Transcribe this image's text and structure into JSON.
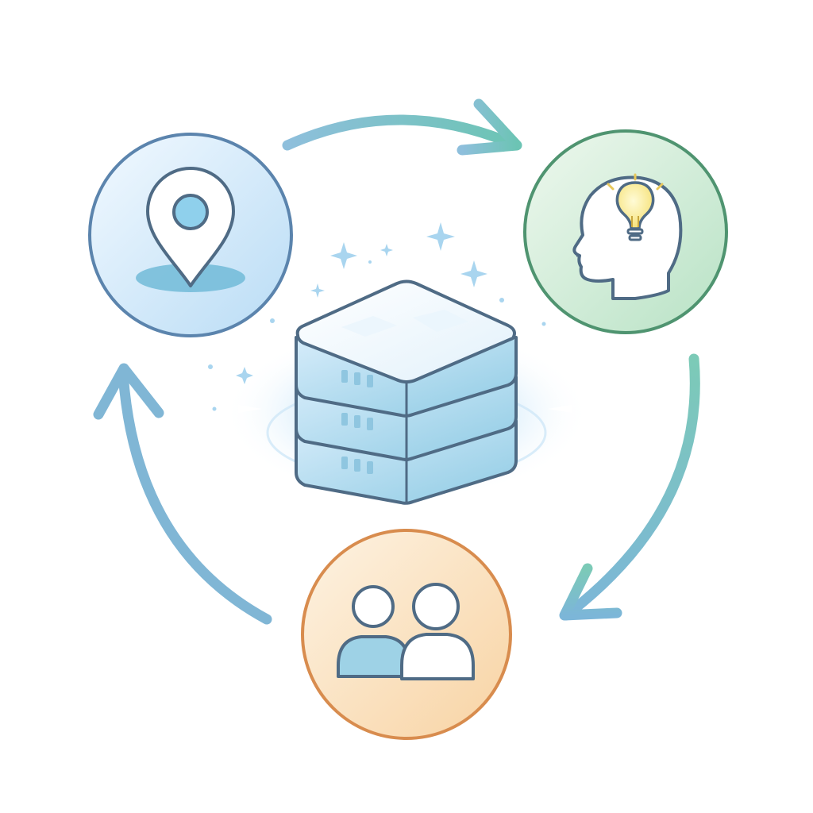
{
  "diagram": {
    "flow": "clockwise-cycle",
    "nodes": [
      {
        "id": "location",
        "icon": "map-pin-icon",
        "position": "top-left"
      },
      {
        "id": "insight",
        "icon": "head-lightbulb-icon",
        "position": "top-right"
      },
      {
        "id": "people",
        "icon": "users-icon",
        "position": "bottom"
      }
    ],
    "center": {
      "icon": "database-stack-icon"
    },
    "edges": [
      {
        "from": "location",
        "to": "insight"
      },
      {
        "from": "insight",
        "to": "people"
      },
      {
        "from": "people",
        "to": "location"
      }
    ]
  },
  "colors": {
    "location_border": "#5b84ad",
    "insight_border": "#4f9470",
    "people_border": "#d88c4e",
    "arrow_blue": "#7fb6d4",
    "arrow_teal": "#6dc2b6",
    "stroke": "#4f6b85"
  }
}
